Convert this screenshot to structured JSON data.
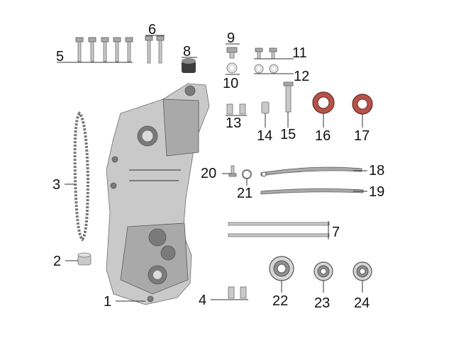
{
  "callouts": {
    "n1": "1",
    "n2": "2",
    "n3": "3",
    "n4": "4",
    "n5": "5",
    "n6": "6",
    "n7": "7",
    "n8": "8",
    "n9": "9",
    "n10": "10",
    "n11": "11",
    "n12": "12",
    "n13": "13",
    "n14": "14",
    "n15": "15",
    "n16": "16",
    "n17": "17",
    "n18": "18",
    "n19": "19",
    "n20": "20",
    "n21": "21",
    "n22": "22",
    "n23": "23",
    "n24": "24"
  },
  "colors": {
    "background": "#ffffff",
    "metal": "#c9c9c9",
    "seal": "#b5524a",
    "text": "#111111"
  }
}
